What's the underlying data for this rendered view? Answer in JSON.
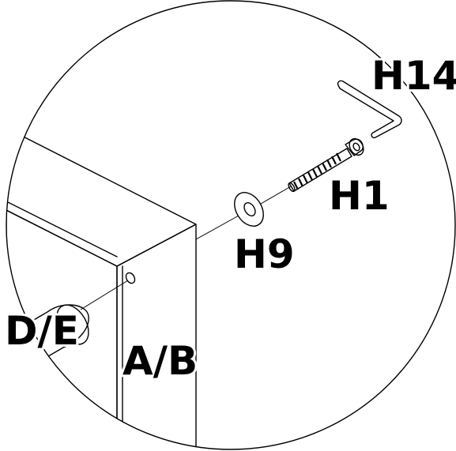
{
  "labels": {
    "allen_key": "H14",
    "bolt": "H1",
    "washer": "H9",
    "dowel": "D/E",
    "panel": "A/B"
  },
  "colors": {
    "ink": "#000000",
    "paper": "#ffffff"
  }
}
